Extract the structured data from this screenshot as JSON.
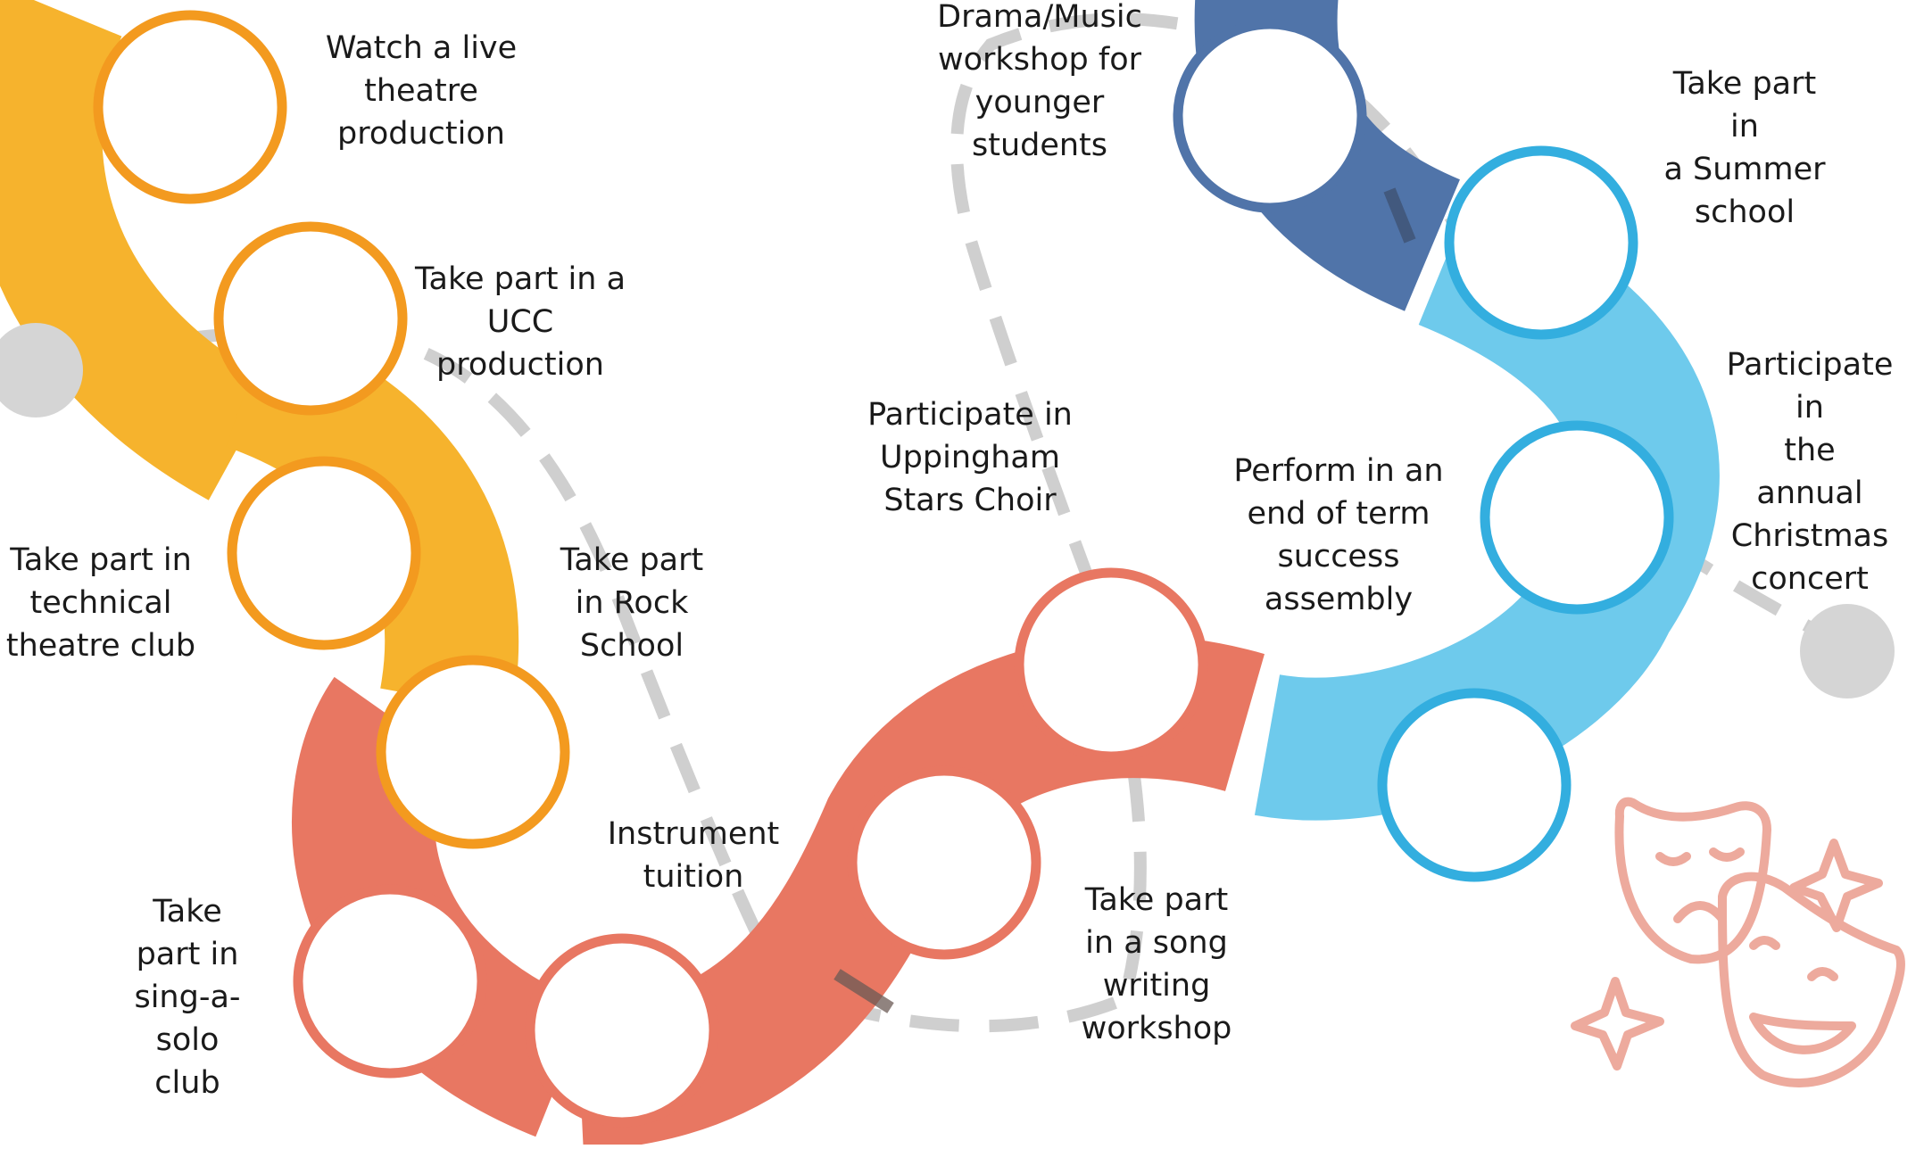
{
  "colors": {
    "yellow": "#F6B32D",
    "orange": "#F39A1F",
    "coral": "#E87762",
    "light_blue": "#6ECAEC",
    "blue": "#33AEDF",
    "navy": "#5074A9",
    "dash": "#CFCFCF",
    "endpoint": "#D5D5D5",
    "masks": "#EDAA9D"
  },
  "steps": [
    "Watch a live\ntheatre\nproduction",
    "Take part in a\nUCC\nproduction",
    "Take part in\ntechnical\ntheatre club",
    "Take part\nin Rock\nSchool",
    "Take\npart in\nsing-a-\nsolo\nclub",
    "Instrument\ntuition",
    "Take part\nin a song\nwriting\nworkshop",
    "Participate in\nUppingham\nStars Choir",
    "Perform in an\nend of term\nsuccess\nassembly",
    "Participate in\nthe annual\nChristmas\nconcert",
    "Take part in\na Summer\nschool",
    "Drama/Music\nworkshop for\nyounger\nstudents"
  ],
  "decoration": {
    "icon": "theatre-masks-icon"
  }
}
